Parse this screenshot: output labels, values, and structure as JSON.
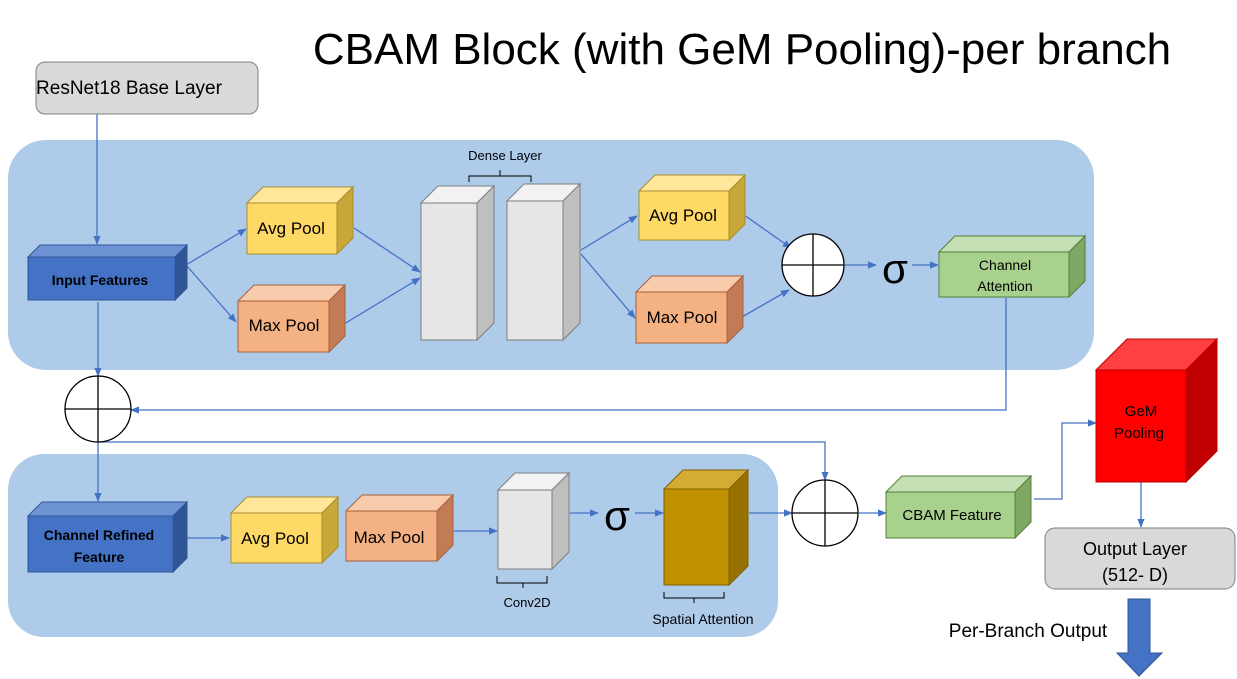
{
  "title": "CBAM Block (with GeM Pooling)-per branch",
  "nodes": {
    "base": "ResNet18 Base Layer",
    "input": "Input Features",
    "avg1": "Avg Pool",
    "max1": "Max Pool",
    "dense_caption": "Dense Layer",
    "avg2": "Avg Pool",
    "max2": "Max Pool",
    "sigma1": "σ",
    "ca_line1": "Channel",
    "ca_line2": "Attention",
    "cr_line1": "Channel Refined",
    "cr_line2": "Feature",
    "avg3": "Avg Pool",
    "max3": "Max Pool",
    "conv_caption": "Conv2D",
    "sigma2": "σ",
    "sa_caption": "Spatial Attention",
    "cbam": "CBAM Feature",
    "gem_line1": "GeM",
    "gem_line2": "Pooling",
    "out_line1": "Output Layer",
    "out_line2": "(512- D)",
    "per_branch": "Per-Branch Output"
  },
  "colors": {
    "panel": "#aecbea",
    "arrow": "#4472c4",
    "blue_box": "#4472c4",
    "yellow_box": "#ffd966",
    "orange_box": "#f4b183",
    "white_box": "#e7e6e6",
    "green_box": "#a9d18e",
    "gold_box": "#bf9000",
    "red_box": "#ff0000",
    "grey_box": "#d9d9d9"
  }
}
